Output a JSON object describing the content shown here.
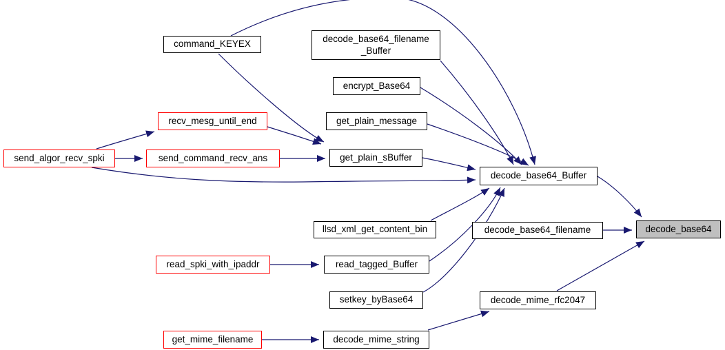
{
  "diagram": {
    "type": "call-graph",
    "colors": {
      "background": "#ffffff",
      "edge": "#191970",
      "node_border": "#000000",
      "highlight_border": "#ff0000",
      "selected_fill": "#bfbfbf",
      "text": "#000000"
    },
    "nodes": [
      {
        "id": "command_KEYEX",
        "label": "command_KEYEX",
        "variant": "normal"
      },
      {
        "id": "decode_base64_filename_Buffer",
        "label": "decode_base64_filename\n_Buffer",
        "variant": "normal"
      },
      {
        "id": "encrypt_Base64",
        "label": "encrypt_Base64",
        "variant": "normal"
      },
      {
        "id": "get_plain_message",
        "label": "get_plain_message",
        "variant": "normal"
      },
      {
        "id": "recv_mesg_until_end",
        "label": "recv_mesg_until_end",
        "variant": "highlight"
      },
      {
        "id": "send_algor_recv_spki",
        "label": "send_algor_recv_spki",
        "variant": "highlight"
      },
      {
        "id": "send_command_recv_ans",
        "label": "send_command_recv_ans",
        "variant": "highlight"
      },
      {
        "id": "get_plain_sBuffer",
        "label": "get_plain_sBuffer",
        "variant": "normal"
      },
      {
        "id": "decode_base64_Buffer",
        "label": "decode_base64_Buffer",
        "variant": "normal"
      },
      {
        "id": "llsd_xml_get_content_bin",
        "label": "llsd_xml_get_content_bin",
        "variant": "normal"
      },
      {
        "id": "read_spki_with_ipaddr",
        "label": "read_spki_with_ipaddr",
        "variant": "highlight"
      },
      {
        "id": "read_tagged_Buffer",
        "label": "read_tagged_Buffer",
        "variant": "normal"
      },
      {
        "id": "setkey_byBase64",
        "label": "setkey_byBase64",
        "variant": "normal"
      },
      {
        "id": "decode_mime_rfc2047",
        "label": "decode_mime_rfc2047",
        "variant": "normal"
      },
      {
        "id": "get_mime_filename",
        "label": "get_mime_filename",
        "variant": "highlight"
      },
      {
        "id": "decode_mime_string",
        "label": "decode_mime_string",
        "variant": "normal"
      },
      {
        "id": "decode_base64_filename",
        "label": "decode_base64_filename",
        "variant": "normal"
      },
      {
        "id": "decode_base64",
        "label": "decode_base64",
        "variant": "selected"
      }
    ],
    "edges": [
      {
        "from": "command_KEYEX",
        "to": "decode_base64_Buffer"
      },
      {
        "from": "command_KEYEX",
        "to": "get_plain_sBuffer"
      },
      {
        "from": "recv_mesg_until_end",
        "to": "get_plain_sBuffer"
      },
      {
        "from": "send_algor_recv_spki",
        "to": "recv_mesg_until_end"
      },
      {
        "from": "send_algor_recv_spki",
        "to": "send_command_recv_ans"
      },
      {
        "from": "send_algor_recv_spki",
        "to": "decode_base64_Buffer"
      },
      {
        "from": "send_command_recv_ans",
        "to": "get_plain_sBuffer"
      },
      {
        "from": "decode_base64_filename_Buffer",
        "to": "decode_base64_Buffer"
      },
      {
        "from": "encrypt_Base64",
        "to": "decode_base64_Buffer"
      },
      {
        "from": "get_plain_message",
        "to": "decode_base64_Buffer"
      },
      {
        "from": "get_plain_sBuffer",
        "to": "decode_base64_Buffer"
      },
      {
        "from": "llsd_xml_get_content_bin",
        "to": "decode_base64_Buffer"
      },
      {
        "from": "read_spki_with_ipaddr",
        "to": "read_tagged_Buffer"
      },
      {
        "from": "read_tagged_Buffer",
        "to": "decode_base64_Buffer"
      },
      {
        "from": "setkey_byBase64",
        "to": "decode_base64_Buffer"
      },
      {
        "from": "decode_base64_Buffer",
        "to": "decode_base64"
      },
      {
        "from": "decode_base64_filename",
        "to": "decode_base64"
      },
      {
        "from": "decode_mime_rfc2047",
        "to": "decode_base64"
      },
      {
        "from": "decode_mime_string",
        "to": "decode_mime_rfc2047"
      },
      {
        "from": "get_mime_filename",
        "to": "decode_mime_string"
      }
    ]
  }
}
